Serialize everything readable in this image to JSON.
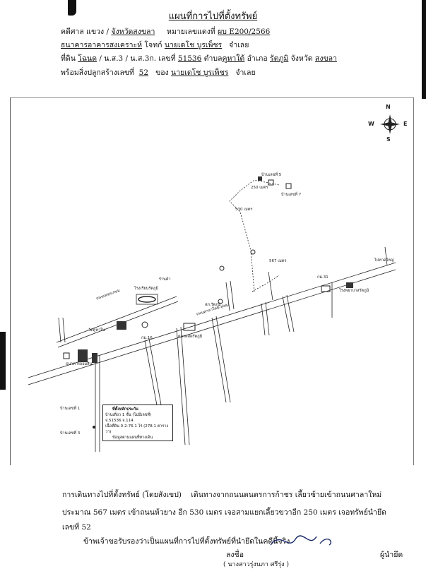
{
  "header": {
    "title": "แผนที่การไปที่ตั้งทรัพย์",
    "court_prefix": "คดีศาล แขวง /",
    "court": "จังหวัดสงขลา",
    "case_label": "หมายเลขแดงที่",
    "case_no": "ผบ E200/2566",
    "plaintiff": "ธนาคารอาคารสงเคราะห์",
    "plaintiff_role": "โจทก์",
    "defendant": "นายเดโช  บูรเพ็ชร",
    "defendant_role": "จำเลย",
    "land_label": "ที่ดิน",
    "land_type": "โฉนด",
    "land_types_rest": "/ น.ส.3 / น.ส.3ก. เลขที่",
    "land_no": "51536",
    "subdistrict_label": "ตำบล",
    "subdistrict": "คูหาใต้",
    "district_label": "อำเภอ",
    "district": "รัตภูมิ",
    "province_label": "จังหวัด",
    "province": "สงขลา",
    "building_label": "พร้อมสิ่งปลูกสร้างเลขที่",
    "building_no": "52",
    "of_label": "ของ",
    "owner": "นายเดโช  บูรเพ็ชร",
    "owner_role": "จำเลย"
  },
  "compass": {
    "n": "N",
    "s": "S",
    "e": "E",
    "w": "W"
  },
  "map": {
    "dist_top": "250 เมตร",
    "dist_mid": "530 เมตร",
    "dist_road": "567 เมตร",
    "km": "กม.31",
    "km2": "กม.16",
    "road_main": "ถนนศาลาใหม่-ทุ่งลุง",
    "road_top": "ถนนเพชรเกษม",
    "school": "โรงเรียนรัตภูมิ",
    "bank": "ธนาคารออมสิน",
    "market": "ตลาดสดรัตภูมิ",
    "hospital": "โรงพยาบาลรัตภูมิ",
    "temple": "วัดคูหาใน",
    "police": "สภ.รัตภูมิ",
    "house_left": "บ้านเลขที่ 1",
    "house_right": "บ้านเลขที่ 3",
    "house_top": "บ้านเลขที่ 5",
    "house_top2": "บ้านเลขที่ 7",
    "shop": "ร้านค้า",
    "to_city": "ไปหาดใหญ่"
  },
  "legend": {
    "line1": "ที่ตั้งหลักประกัน",
    "line2": "บ้านเดี่ยว 1 ชั้น (ไม่มีเลขที่)",
    "line3": "จ.51536 จ.114",
    "line4": "เนื้อที่ดิน 0-2-76.1 ไร่ (278.1 ตารางวา)",
    "line5": "ข้อมูลตามแผนที่ทางเดิน"
  },
  "footer": {
    "route_label": "การเดินทางไปที่ตั้งทรัพย์ (โดยสังเขป)",
    "route_text1": "เดินทางจากถนนดนตรการก้าชร  เลี้ยวซ้ายเข้าถนนศาลาใหม่",
    "route_text2": "ประมาณ 567  เมตร  เข้าถนนห้วยาง  อีก 530  เมตร  เจอสามแยกเลี้ยวขวาอีก 250 เมตร  เจอทรัพย์นำยึด",
    "route_text3": "เลขที่ 52",
    "certify": "ข้าพเจ้าขอรับรองว่าเป็นแผนที่การไปที่ตั้งทรัพย์ที่นำยึดในคดีนี้จริง",
    "sign_label": "ลงชื่อ",
    "sign_role": "ผู้นำยึด",
    "signer": "( นางสาวรุ่งนภา  ศรีรุ่ง )"
  }
}
